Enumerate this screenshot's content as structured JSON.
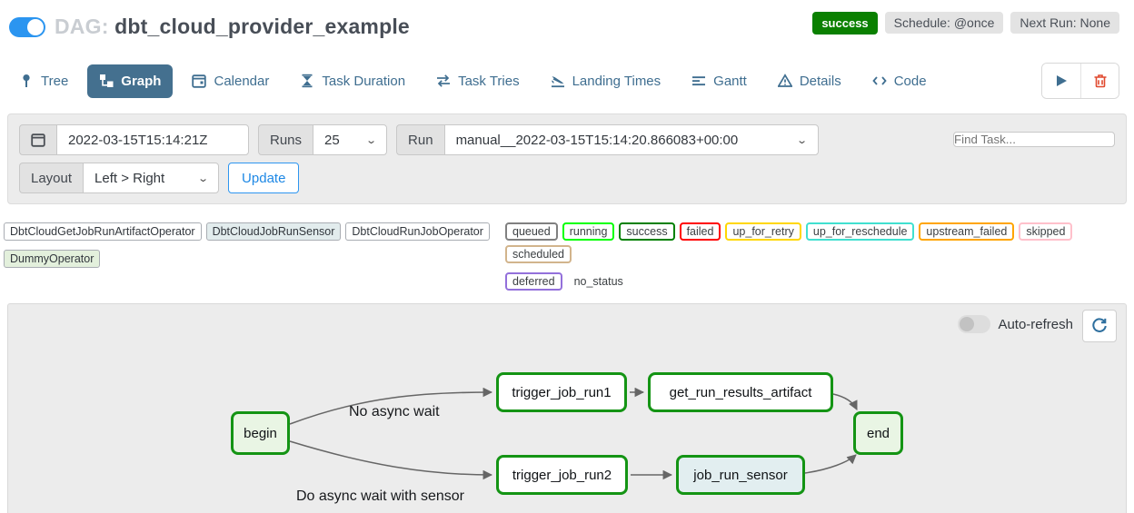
{
  "header": {
    "dag_prefix": "DAG:",
    "dag_title": "dbt_cloud_provider_example",
    "dag_toggle_on": true,
    "status_badge": "success",
    "status_color": "#0a8000",
    "schedule_badge": "Schedule: @once",
    "next_run_badge": "Next Run: None"
  },
  "tabs": [
    {
      "label": "Tree",
      "icon": "tree-icon",
      "active": false
    },
    {
      "label": "Graph",
      "icon": "graph-icon",
      "active": true
    },
    {
      "label": "Calendar",
      "icon": "calendar-icon",
      "active": false
    },
    {
      "label": "Task Duration",
      "icon": "hourglass-icon",
      "active": false
    },
    {
      "label": "Task Tries",
      "icon": "repeat-icon",
      "active": false
    },
    {
      "label": "Landing Times",
      "icon": "plane-landing-icon",
      "active": false
    },
    {
      "label": "Gantt",
      "icon": "gantt-icon",
      "active": false
    },
    {
      "label": "Details",
      "icon": "details-icon",
      "active": false
    },
    {
      "label": "Code",
      "icon": "code-icon",
      "active": false
    }
  ],
  "toolbar": {
    "play_button_icon": "play-icon",
    "delete_button_icon": "trash-icon"
  },
  "filters": {
    "base_date_icon": "calendar-icon",
    "base_date_value": "2022-03-15T15:14:21Z",
    "runs_label": "Runs",
    "runs_value": "25",
    "run_label": "Run",
    "run_value": "manual__2022-03-15T15:14:20.866083+00:00",
    "find_task_placeholder": "Find Task...",
    "layout_label": "Layout",
    "layout_value": "Left > Right",
    "update_button": "Update"
  },
  "legend": {
    "operators": [
      {
        "label": "DbtCloudGetJobRunArtifactOperator",
        "bg": "#ffffff"
      },
      {
        "label": "DbtCloudJobRunSensor",
        "bg": "#e2eced"
      },
      {
        "label": "DbtCloudRunJobOperator",
        "bg": "#ffffff"
      },
      {
        "label": "DummyOperator",
        "bg": "#e3f0dc"
      }
    ],
    "statuses": [
      {
        "label": "queued",
        "border": "#808080"
      },
      {
        "label": "running",
        "border": "#00ff00"
      },
      {
        "label": "success",
        "border": "#008000"
      },
      {
        "label": "failed",
        "border": "#ff0000"
      },
      {
        "label": "up_for_retry",
        "border": "#ffd700"
      },
      {
        "label": "up_for_reschedule",
        "border": "#40e0d0"
      },
      {
        "label": "upstream_failed",
        "border": "#ffa500"
      },
      {
        "label": "skipped",
        "border": "#ffc0cb"
      },
      {
        "label": "scheduled",
        "border": "#d2b48c"
      },
      {
        "label": "deferred",
        "border": "#9370db"
      },
      {
        "label": "no_status",
        "border": "transparent"
      }
    ]
  },
  "graph_panel": {
    "auto_refresh_label": "Auto-refresh",
    "auto_refresh_on": false,
    "refresh_button_icon": "refresh-icon",
    "nodes": [
      {
        "label": "begin",
        "fill": "#e9f5e4",
        "border": "#149414"
      },
      {
        "label": "trigger_job_run1",
        "fill": "#ffffff",
        "border": "#149414"
      },
      {
        "label": "get_run_results_artifact",
        "fill": "#ffffff",
        "border": "#149414"
      },
      {
        "label": "trigger_job_run2",
        "fill": "#ffffff",
        "border": "#149414"
      },
      {
        "label": "job_run_sensor",
        "fill": "#e2eef0",
        "border": "#149414"
      },
      {
        "label": "end",
        "fill": "#e9f5e4",
        "border": "#149414"
      }
    ],
    "edges": [
      {
        "from": "begin",
        "to": "trigger_job_run1",
        "label": "No async wait"
      },
      {
        "from": "begin",
        "to": "trigger_job_run2",
        "label": "Do async wait with sensor"
      },
      {
        "from": "trigger_job_run1",
        "to": "get_run_results_artifact",
        "label": ""
      },
      {
        "from": "trigger_job_run2",
        "to": "job_run_sensor",
        "label": ""
      },
      {
        "from": "get_run_results_artifact",
        "to": "end",
        "label": ""
      },
      {
        "from": "job_run_sensor",
        "to": "end",
        "label": ""
      }
    ]
  }
}
